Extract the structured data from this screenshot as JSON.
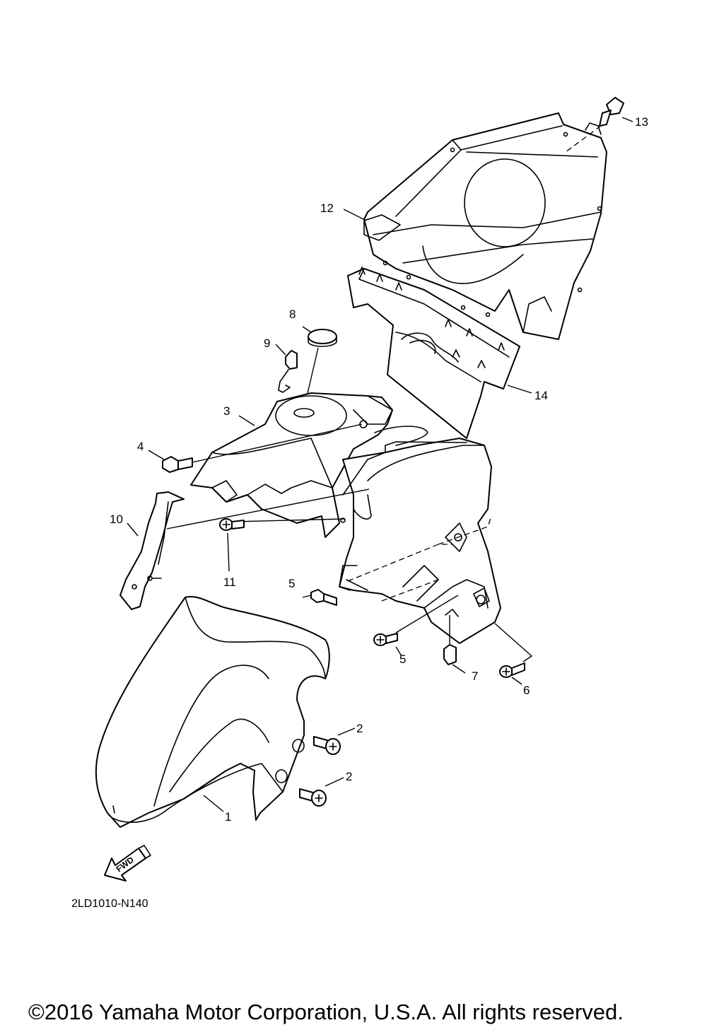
{
  "diagram_code": "2LD1010-N140",
  "copyright": "©2016 Yamaha Motor Corporation, U.S.A. All rights reserved.",
  "direction_arrow": "FWD",
  "colors": {
    "line": "#000000",
    "background": "#ffffff"
  },
  "callouts": [
    {
      "id": "callout-1",
      "label": "1"
    },
    {
      "id": "callout-2a",
      "label": "2"
    },
    {
      "id": "callout-2b",
      "label": "2"
    },
    {
      "id": "callout-3",
      "label": "3"
    },
    {
      "id": "callout-4",
      "label": "4"
    },
    {
      "id": "callout-5a",
      "label": "5"
    },
    {
      "id": "callout-5b",
      "label": "5"
    },
    {
      "id": "callout-6",
      "label": "6"
    },
    {
      "id": "callout-7",
      "label": "7"
    },
    {
      "id": "callout-8",
      "label": "8"
    },
    {
      "id": "callout-9",
      "label": "9"
    },
    {
      "id": "callout-10",
      "label": "10"
    },
    {
      "id": "callout-11",
      "label": "11"
    },
    {
      "id": "callout-12",
      "label": "12"
    },
    {
      "id": "callout-13",
      "label": "13"
    },
    {
      "id": "callout-14",
      "label": "14"
    }
  ]
}
